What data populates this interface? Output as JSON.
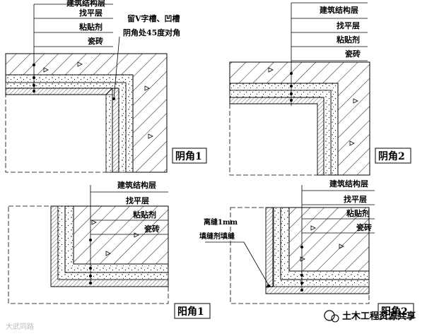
{
  "panels": {
    "inner1": {
      "tag": "阴角1",
      "labels": [
        "建筑结构层",
        "找平层",
        "粘贴剂",
        "瓷砖"
      ],
      "note_lines": [
        "留V字槽、凹槽",
        "阴角处45度对角"
      ]
    },
    "inner2": {
      "tag": "阴角2",
      "labels": [
        "建筑结构层",
        "找平层",
        "粘贴剂",
        "瓷砖"
      ]
    },
    "outer1": {
      "tag": "阳角1",
      "labels": [
        "建筑结构层",
        "找平层",
        "粘贴剂",
        "瓷砖"
      ]
    },
    "outer2": {
      "tag": "阳角2",
      "labels": [
        "建筑结构层",
        "找平层",
        "粘贴剂",
        "瓷砖"
      ],
      "note_lines": [
        "离缝1mm",
        "填缝剂填缝"
      ]
    }
  },
  "watermark": {
    "brand": "土木工程资源共享",
    "corner": "大武同路"
  }
}
